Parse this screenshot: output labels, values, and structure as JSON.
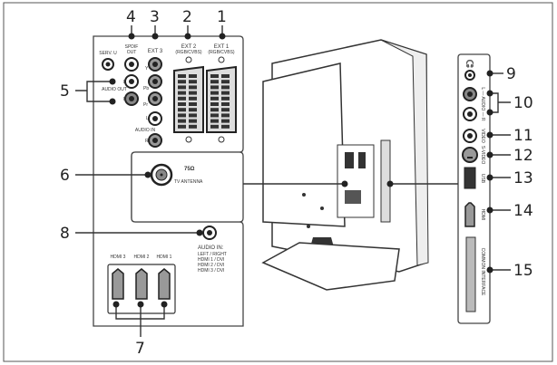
{
  "callouts": {
    "n1": "1",
    "n2": "2",
    "n3": "3",
    "n4": "4",
    "n5": "5",
    "n6": "6",
    "n7": "7",
    "n8": "8",
    "n9": "9",
    "n10": "10",
    "n11": "11",
    "n12": "12",
    "n13": "13",
    "n14": "14",
    "n15": "15"
  },
  "back_panel": {
    "serv_u": "SERV. U",
    "spdif_out": [
      "SPDIF",
      "OUT"
    ],
    "ext3": "EXT 3",
    "ext3_y": "Y",
    "ext3_pb": "Pb",
    "ext3_pr": "Pr",
    "audio_in_l": "L",
    "audio_in_r": "R",
    "audio_in": "AUDIO IN",
    "audio_out_l": "L",
    "audio_out_r": "R",
    "audio_out": "AUDIO OUT",
    "ext2": "EXT 2",
    "ext2_sub": "(RGB/CVBS)",
    "ext1": "EXT 1",
    "ext1_sub": "(RGB/CVBS)",
    "antenna_ohm": "75Ω",
    "antenna": "TV ANTENNA",
    "audio_in_title": "AUDIO IN:",
    "audio_in_lines": [
      "LEFT / RIGHT",
      "HDMI 1 / DVI",
      "HDMI 2 / DVI",
      "HDMI 3 / DVI"
    ],
    "hdmi3": "HDMI 3",
    "hdmi2": "HDMI 2",
    "hdmi1": "HDMI 1"
  },
  "side_panel": {
    "audio": "L — AUDIO — R",
    "video": "VIDEO",
    "svideo": "S-VIDEO",
    "usb": "USB",
    "hdmi": "HDMI",
    "common_interface": "COMMON INTERFACE"
  }
}
